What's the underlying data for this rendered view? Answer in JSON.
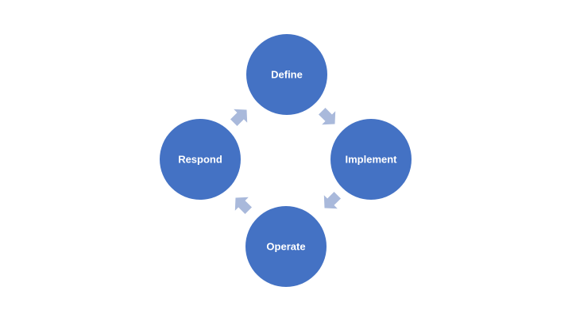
{
  "diagram": {
    "type": "cycle",
    "colors": {
      "node_fill": "#4472c4",
      "node_label": "#ffffff",
      "arrow_fill": "#a9b9db",
      "background": "#ffffff"
    },
    "nodes": [
      {
        "id": "define",
        "label": "Define"
      },
      {
        "id": "implement",
        "label": "Implement"
      },
      {
        "id": "operate",
        "label": "Operate"
      },
      {
        "id": "respond",
        "label": "Respond"
      }
    ],
    "edges": [
      {
        "from": "define",
        "to": "implement"
      },
      {
        "from": "implement",
        "to": "operate"
      },
      {
        "from": "operate",
        "to": "respond"
      },
      {
        "from": "respond",
        "to": "define"
      }
    ]
  }
}
